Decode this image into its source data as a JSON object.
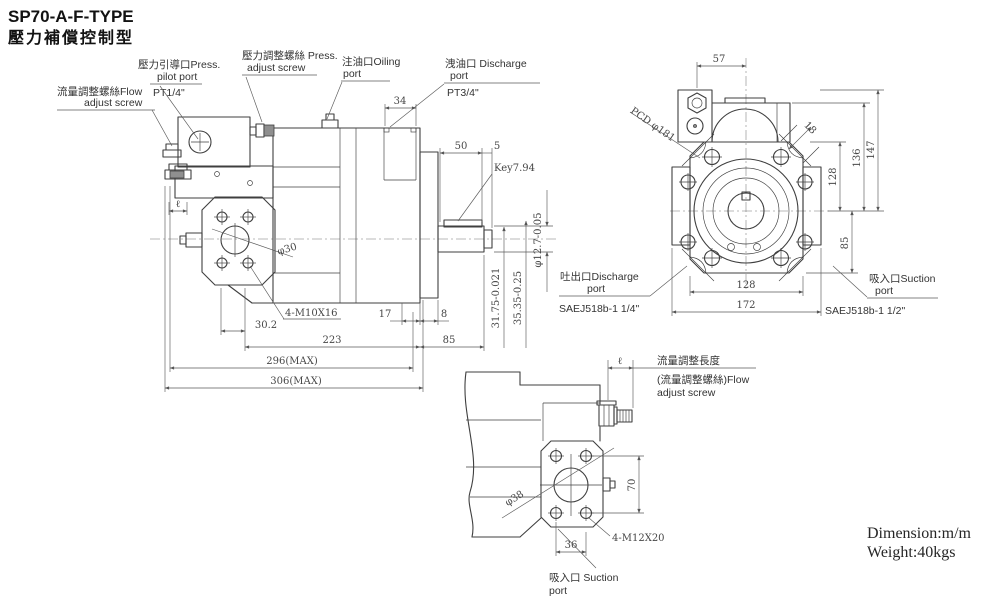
{
  "title": {
    "model": "SP70-A-F-TYPE",
    "type_cn": "壓力補償控制型"
  },
  "notes": {
    "dimension": "Dimension:m/m",
    "weight": "Weight:40kgs"
  },
  "side_view": {
    "labels": {
      "flow1": "流量調整螺絲Flow",
      "flow2": "adjust screw",
      "pilot1": "壓力引導口Press.",
      "pilot2": "pilot port",
      "pilot3": "PT1/4\"",
      "press1": "壓力調整螺絲 Press.",
      "press2": "adjust screw",
      "oil1": "注油口Oiling",
      "oil2": "port",
      "drain1": "洩油口 Discharge",
      "drain2": "port",
      "drain3": "PT3/4\"",
      "key": "Key7.94",
      "dia30": "φ30",
      "bolt": "4-M10X16"
    },
    "dims": {
      "w34": "34",
      "w50": "50",
      "w5": "5",
      "shaft": "φ12.7-0.05",
      "k1": "31.75-0.021",
      "k2": "35.35-0.25",
      "w302": "30.2",
      "w17": "17",
      "w8": "8",
      "w223": "223",
      "w85": "85",
      "w296": "296(MAX)",
      "w306": "306(MAX)",
      "ell": "ℓ"
    }
  },
  "rear_view": {
    "labels": {
      "pcd": "PCD φ181",
      "dis1": "吐出口Discharge",
      "dis2": "port",
      "dis3": "SAEJ518b-1 1/4\"",
      "suc1": "吸入口Suction",
      "suc2": "port",
      "suc3": "SAEJ518b-1 1/2\""
    },
    "dims": {
      "w57": "57",
      "d18": "18",
      "h147": "147",
      "h136": "136",
      "h128": "128",
      "h85": "85",
      "w128": "128",
      "w172": "172"
    }
  },
  "bottom_view": {
    "labels": {
      "len": "流量調整長度",
      "flow1": "(流量調整螺絲)Flow",
      "flow2": "adjust screw",
      "suc1": "吸入口 Suction",
      "suc2": "port",
      "dia38": "φ38",
      "bolt": "4-M12X20"
    },
    "dims": {
      "h70": "70",
      "w36": "36",
      "ell": "ℓ"
    }
  }
}
